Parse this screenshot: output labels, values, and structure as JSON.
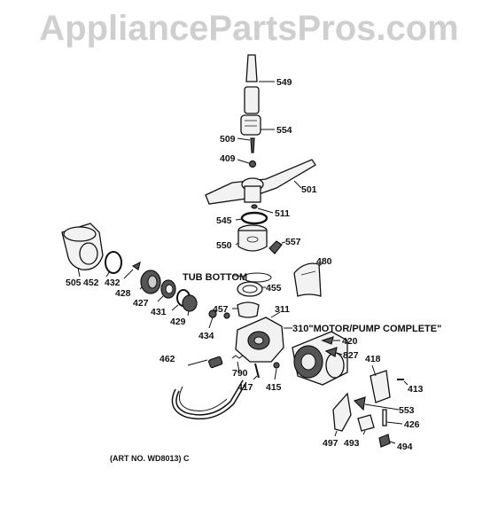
{
  "watermark": "AppliancePartsPros.com",
  "labels": {
    "p549": "549",
    "p554": "554",
    "p509": "509",
    "p409": "409",
    "p501": "501",
    "p511": "511",
    "p545": "545",
    "p550": "550",
    "p557": "557",
    "p480": "480",
    "p505": "505",
    "p452": "452",
    "p432": "432",
    "p428": "428",
    "p427": "427",
    "p431": "431",
    "p429": "429",
    "p455": "455",
    "p457": "457",
    "p311": "311",
    "p434": "434",
    "p420": "420",
    "p827": "827",
    "p462": "462",
    "p790": "790",
    "p417": "417",
    "p415": "415",
    "p418": "418",
    "p413": "413",
    "p553": "553",
    "p426": "426",
    "p497": "497",
    "p493": "493",
    "p494": "494"
  },
  "callouts": {
    "tub_bottom": "TUB BOTTOM",
    "motor_pump": "310\"MOTOR/PUMP COMPLETE\""
  },
  "art_no": "(ART NO. WD8013) C"
}
